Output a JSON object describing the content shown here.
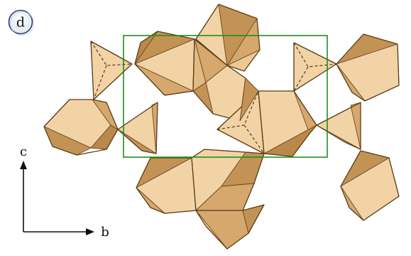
{
  "panel_label": "d",
  "axes": {
    "vertical": "c",
    "horizontal": "b"
  },
  "colors": {
    "face_light": "#f1d3a6",
    "face_mid": "#dfb47d",
    "face_dark": "#c39356",
    "unit_cell": "#1d8f1d"
  }
}
